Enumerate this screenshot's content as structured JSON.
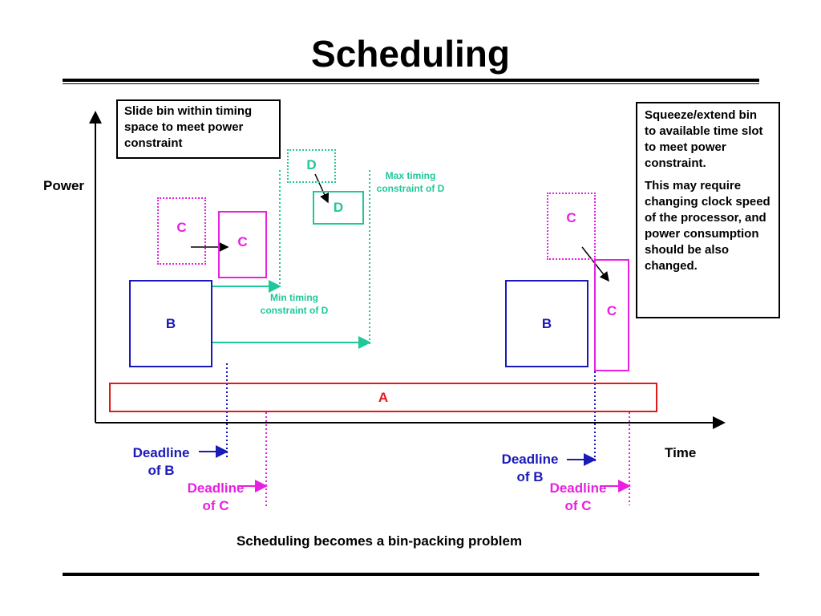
{
  "slide": {
    "title": "Scheduling",
    "footer_caption": "Scheduling becomes a bin-packing problem"
  },
  "axes": {
    "y_label": "Power",
    "x_label": "Time"
  },
  "bins": {
    "a": "A",
    "b_left": "B",
    "b_right": "B",
    "c_left_dotted": "C",
    "c_left_solid": "C",
    "c_right_dotted": "C",
    "c_right_solid": "C",
    "d_dotted": "D",
    "d_solid": "D"
  },
  "constraints": {
    "max_timing_d": "Max timing constraint of D",
    "min_timing_d": "Min timing constraint of D"
  },
  "deadlines": {
    "b_left": "Deadline of B",
    "c_left": "Deadline of C",
    "b_right": "Deadline of B",
    "c_right": "Deadline of C"
  },
  "notes": {
    "slide_bin": "Slide bin within timing space to meet power constraint",
    "squeeze_p1": "Squeeze/extend bin to available time slot to meet power constraint.",
    "squeeze_p2": "This may require changing clock speed of the processor, and power consumption should be also changed."
  },
  "colors": {
    "bin_a": "#e01a1a",
    "bin_b": "#1a1ab8",
    "bin_c": "#e820e0",
    "bin_d": "#1fc89a"
  }
}
